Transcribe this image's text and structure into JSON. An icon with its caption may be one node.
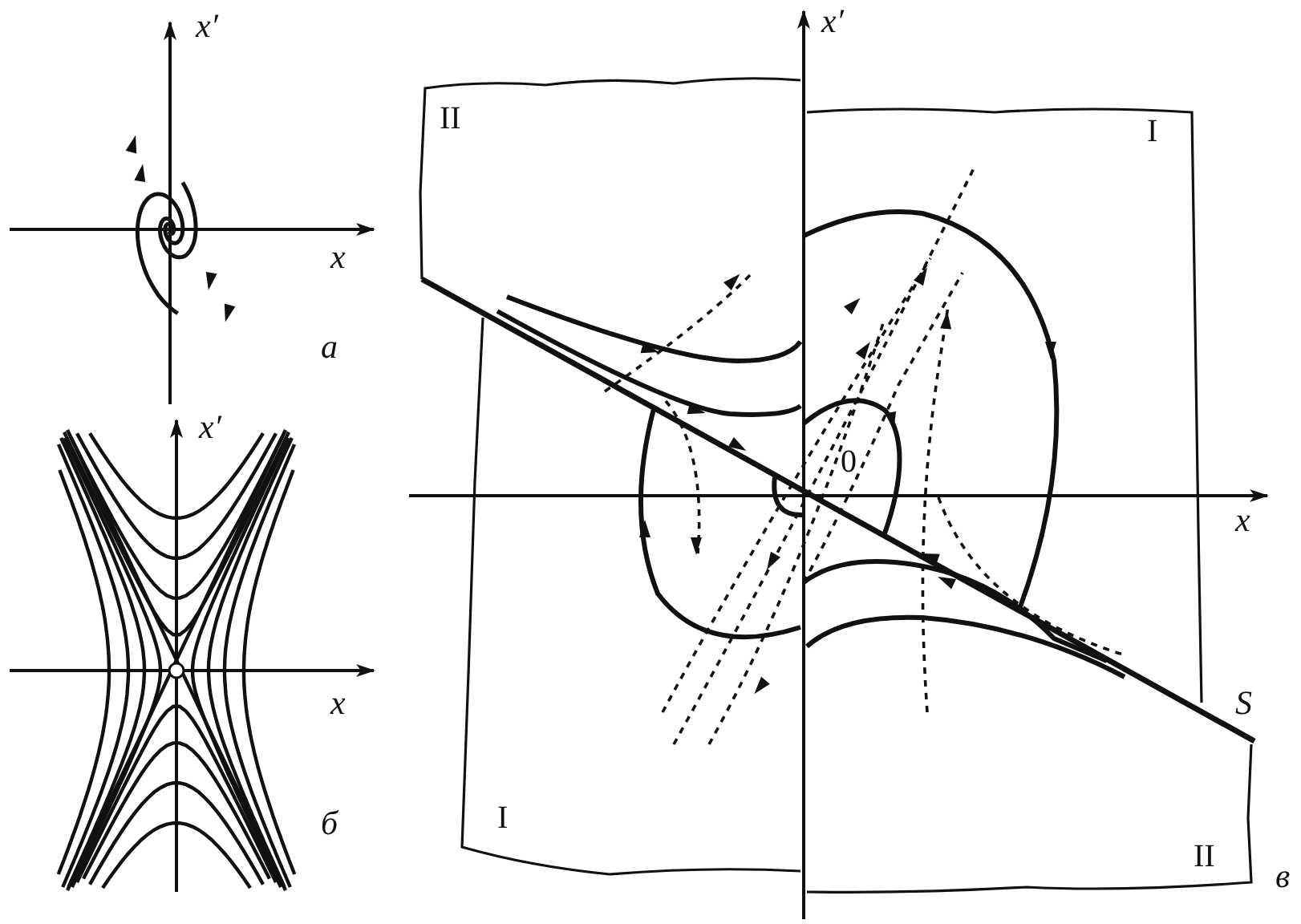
{
  "diagram": {
    "labels": [
      "x′",
      "x",
      "а",
      "x′",
      "x",
      "б",
      "x′",
      "II",
      "I",
      "0",
      "x",
      "S",
      "I",
      "II",
      "в"
    ]
  }
}
